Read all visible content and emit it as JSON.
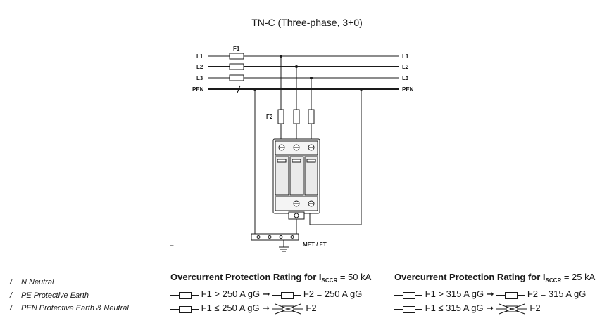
{
  "title": "TN-C (Three-phase, 3+0)",
  "lines": {
    "left": [
      "L1",
      "L2",
      "L3",
      "PEN"
    ],
    "right": [
      "L1",
      "L2",
      "L3",
      "PEN"
    ]
  },
  "fuse_labels": {
    "f1": "F1",
    "f2": "F2"
  },
  "met_label": "MET / ET",
  "dash": "–",
  "legend": [
    {
      "mark": "/",
      "text": "N  Neutral"
    },
    {
      "mark": "/",
      "text": "PE  Protective Earth"
    },
    {
      "mark": "/",
      "text": "PEN  Protective Earth & Neutral"
    }
  ],
  "ratings": [
    {
      "heading_prefix": "Overcurrent Protection Rating for I",
      "heading_sub": "SCCR",
      "heading_value": " = 50 kA",
      "row1": "F1  >  250 A gG  ➞",
      "row1_end": "F2  =  250 A gG",
      "row2": "F1  ≤  250 A gG  ➞",
      "row2_end": "F2"
    },
    {
      "heading_prefix": "Overcurrent Protection Rating for I",
      "heading_sub": "SCCR",
      "heading_value": " = 25 kA",
      "row1": "F1  >  315 A gG  ➞",
      "row1_end": "F2  =  315 A gG",
      "row2": "F1  ≤  315 A gG  ➞",
      "row2_end": "F2"
    }
  ]
}
